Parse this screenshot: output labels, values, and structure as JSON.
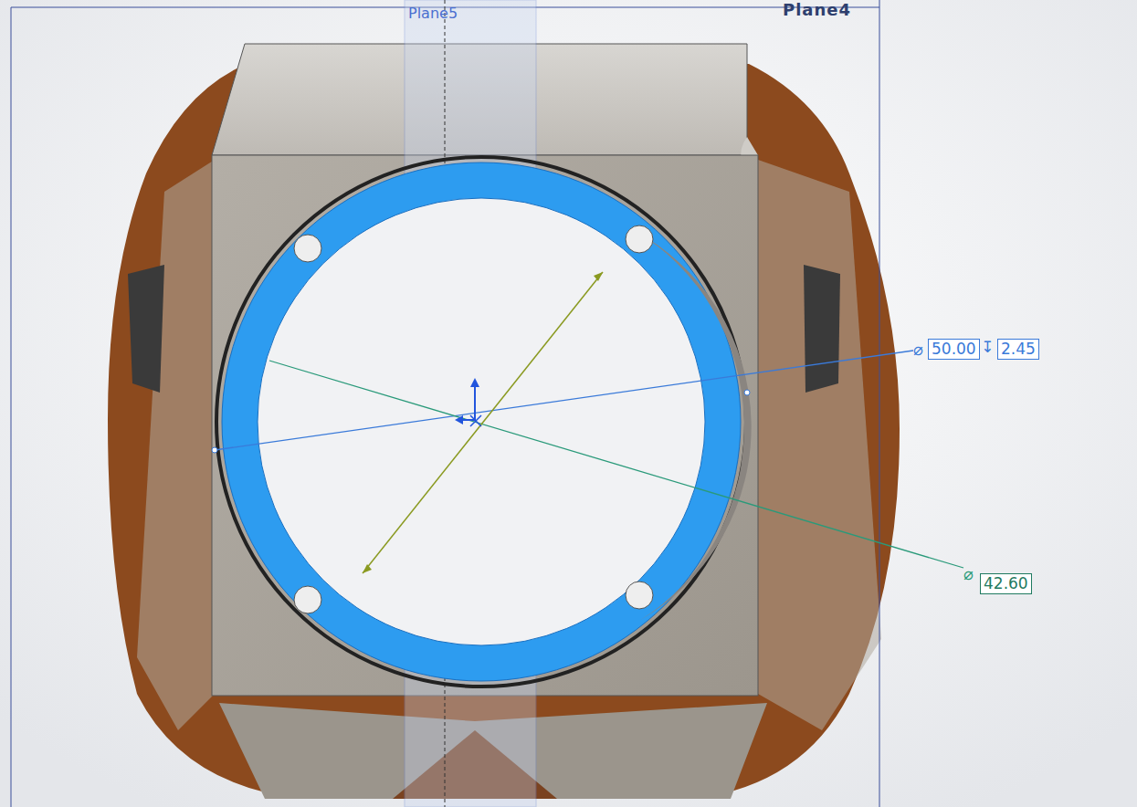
{
  "diagram": {
    "labels": [
      "Plane5",
      "Plane4",
      "⌀",
      "50.00",
      "↧",
      "2.45",
      "⌀",
      "42.60"
    ]
  }
}
